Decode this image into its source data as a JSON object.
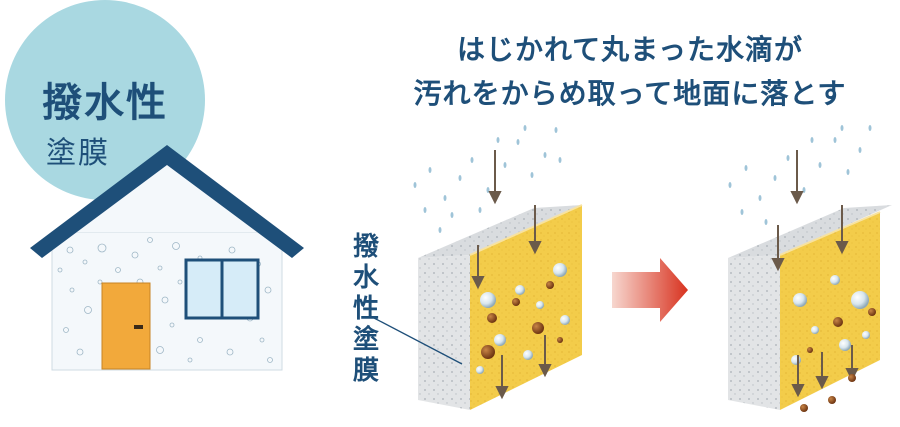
{
  "headline": {
    "line1": "はじかれて丸まった水滴が",
    "line2": "汚れをからめ取って地面に落とす"
  },
  "badge": {
    "line1": "撥水性",
    "line2": "塗膜"
  },
  "panel_label": [
    "撥",
    "水",
    "性",
    "塗",
    "膜"
  ],
  "colors": {
    "badge_circle": "#a9d8e1",
    "roof": "#1e4f79",
    "text": "#1e4f79",
    "wall_face": "#f3cc4a",
    "concrete": "#e2e4e6",
    "door": "#f2a93b",
    "window": "#d6ecf8",
    "arrow_red": "#d8321f",
    "dirt": "#8a4a1f"
  }
}
